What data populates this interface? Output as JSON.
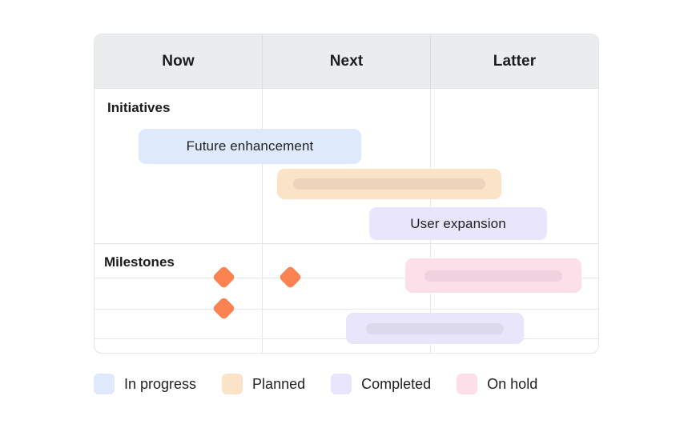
{
  "board": {
    "columns": [
      {
        "label": "Now"
      },
      {
        "label": "Next"
      },
      {
        "label": "Latter"
      }
    ],
    "sections": [
      {
        "label": "Initiatives"
      },
      {
        "label": "Milestones"
      }
    ],
    "bars": [
      {
        "label": "Future enhancement",
        "status": "In progress",
        "color": "#deeafb",
        "column_span": "Now-Next"
      },
      {
        "label": "",
        "status": "Planned",
        "color": "#fbe3c8",
        "column_span": "Next-Latter"
      },
      {
        "label": "User expansion",
        "status": "Completed",
        "color": "#e9e5fb",
        "column_span": "Next-Latter"
      },
      {
        "label": "",
        "status": "On hold",
        "color": "#fcdfe9",
        "column_span": "Latter"
      },
      {
        "label": "",
        "status": "Completed",
        "color": "#e9e5fb",
        "column_span": "Next-Latter"
      }
    ],
    "milestones": [
      {
        "column": "Now",
        "color": "#fb8251"
      },
      {
        "column": "Next",
        "color": "#fb8251"
      },
      {
        "column": "Now",
        "color": "#fb8251"
      }
    ]
  },
  "legend": {
    "items": [
      {
        "label": "In progress",
        "color": "#deeafb"
      },
      {
        "label": "Planned",
        "color": "#fbe3c8"
      },
      {
        "label": "Completed",
        "color": "#e9e5fb"
      },
      {
        "label": "On hold",
        "color": "#fcdfe9"
      }
    ]
  }
}
